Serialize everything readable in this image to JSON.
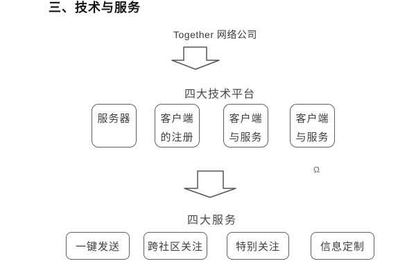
{
  "page": {
    "title": "三、技术与服务",
    "company_label": "Together 网络公司",
    "artifact_glyph": "Ω"
  },
  "platforms": {
    "caption": "四大技术平台",
    "boxes": [
      {
        "lines": [
          "服务器"
        ]
      },
      {
        "lines": [
          "客户端",
          "的注册"
        ]
      },
      {
        "lines": [
          "客户端",
          "与服务"
        ]
      },
      {
        "lines": [
          "客户端",
          "与服务"
        ]
      }
    ]
  },
  "services": {
    "caption": "四大服务",
    "boxes": [
      {
        "label": "一键发送"
      },
      {
        "label": "跨社区关注"
      },
      {
        "label": "特别关注"
      },
      {
        "label": "信息定制"
      }
    ]
  },
  "colors": {
    "border": "#5f5f5f",
    "text": "#3c3c3c",
    "title": "#141414",
    "background": "#ffffff"
  }
}
